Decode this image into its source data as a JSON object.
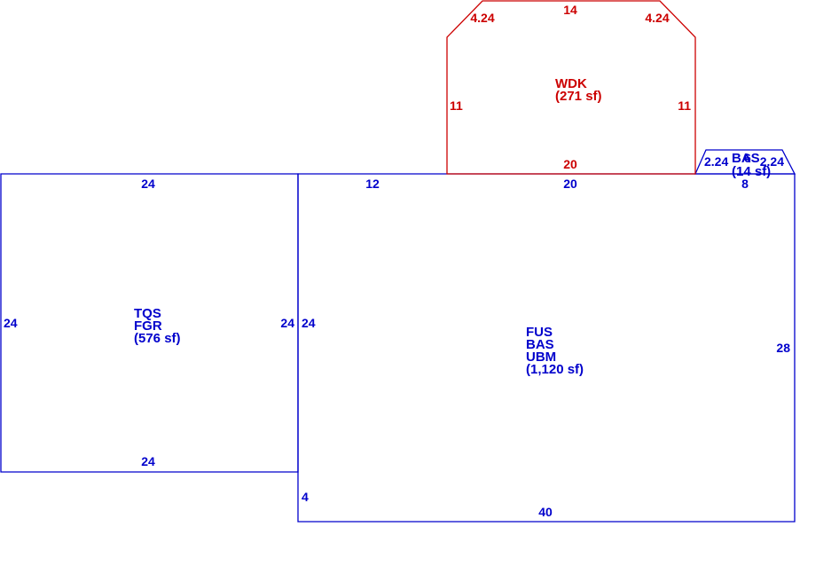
{
  "colors": {
    "structure": "#0000cc",
    "deck": "#cc0000"
  },
  "garage": {
    "codes": [
      "TQS",
      "FGR"
    ],
    "area": "(576 sf)",
    "dims": {
      "top": "24",
      "bottom": "24",
      "left": "24",
      "right": "24"
    }
  },
  "main": {
    "codes": [
      "FUS",
      "BAS",
      "UBM"
    ],
    "area": "(1,120 sf)",
    "dims": {
      "top_left": "12",
      "top_mid": "20",
      "left": "24",
      "right": "28",
      "bottom": "40",
      "notch": "4",
      "top_right": "8"
    }
  },
  "deck": {
    "codes": [
      "WDK"
    ],
    "area": "(271 sf)",
    "dims": {
      "top": "14",
      "diag_left": "4.24",
      "diag_right": "4.24",
      "left": "11",
      "right": "11",
      "bottom": "20"
    }
  },
  "bay": {
    "codes": [
      "BAS"
    ],
    "area": "(14 sf)",
    "dims": {
      "left": "2.24",
      "top": "6",
      "right": "2.24"
    }
  }
}
